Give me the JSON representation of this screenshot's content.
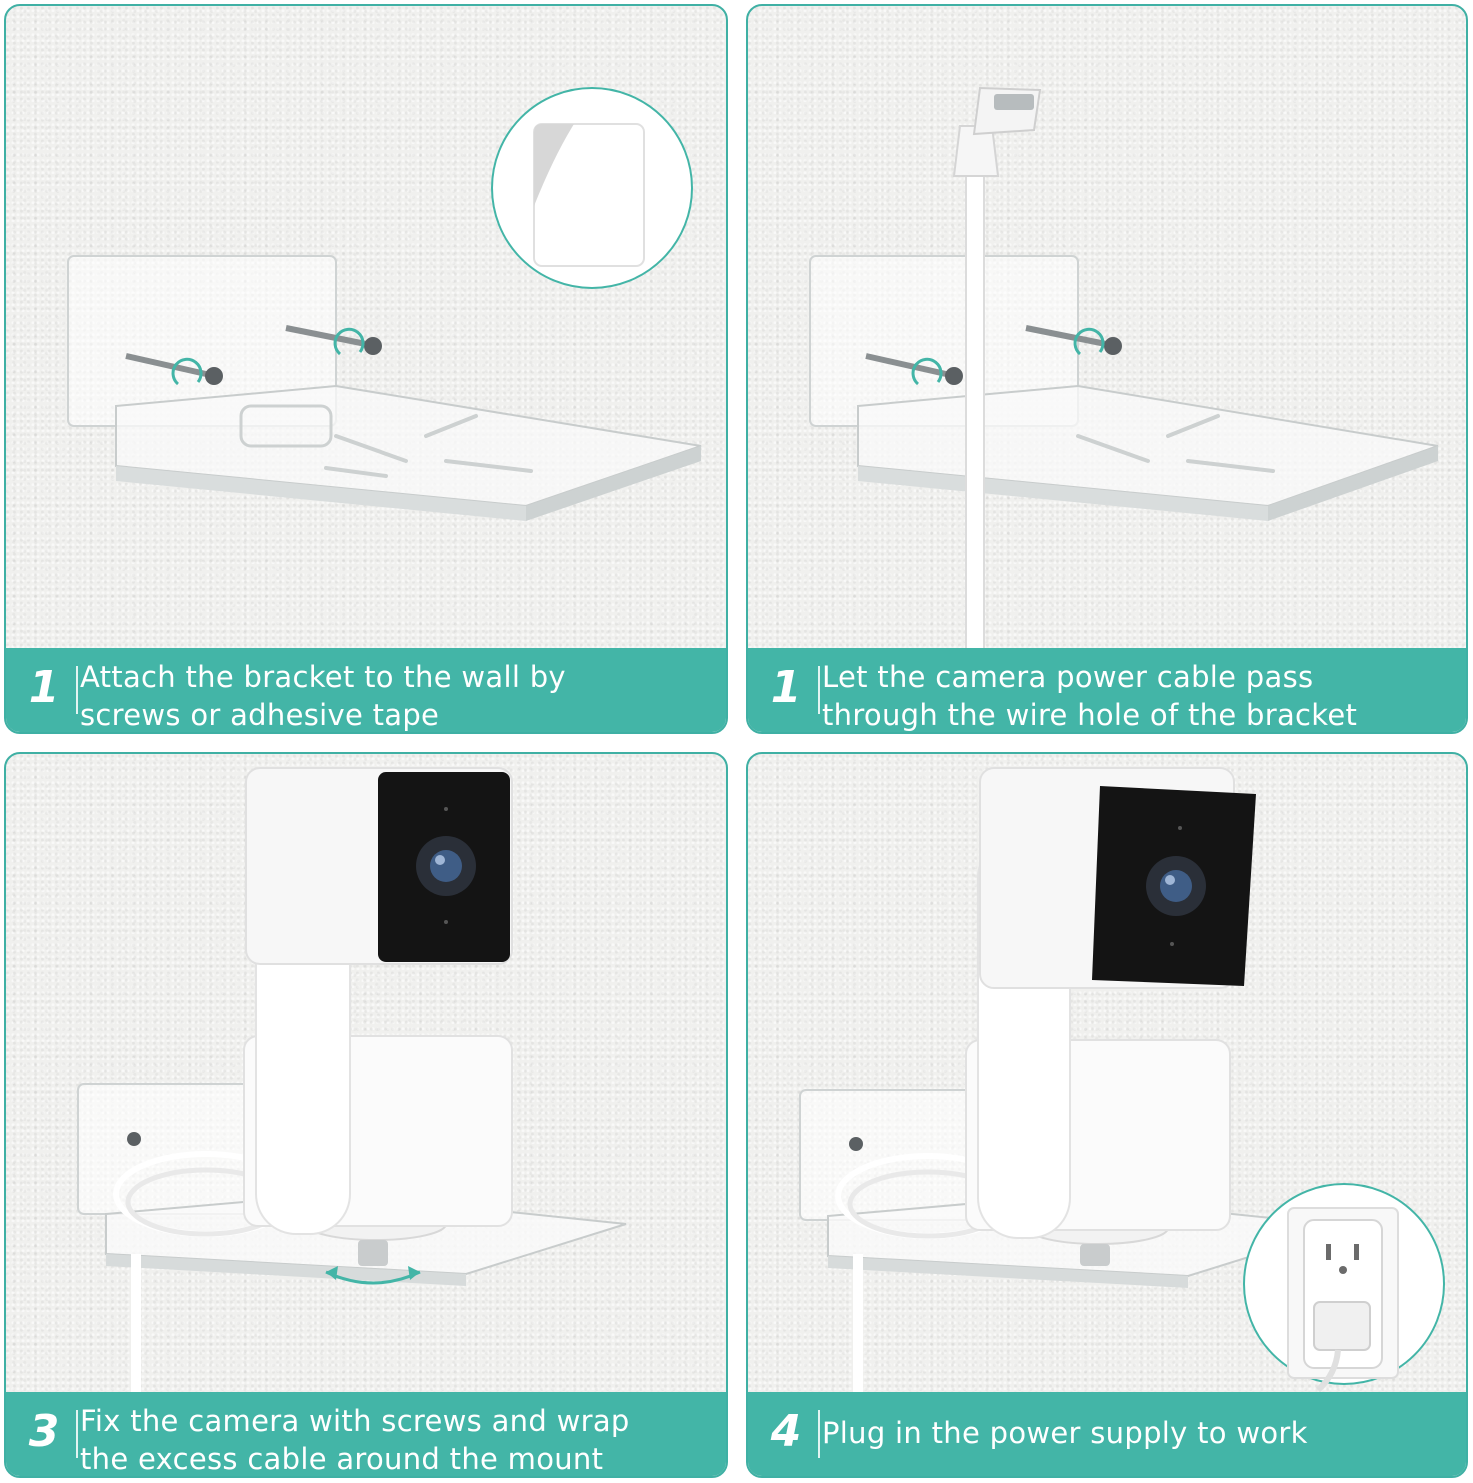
{
  "colors": {
    "accent": "#43b5a7",
    "border": "#3fb0a4",
    "wall": "#f0f0ee",
    "caption_text": "#ffffff"
  },
  "panels": [
    {
      "number": "1",
      "caption_line1": "Attach the bracket to the wall by",
      "caption_line2": "screws or adhesive tape",
      "icons": [
        "bracket-illustration",
        "screw-icon",
        "adhesive-tape-icon"
      ]
    },
    {
      "number": "1",
      "caption_line1": "Let the camera power cable pass",
      "caption_line2": "through the wire hole of the bracket",
      "icons": [
        "bracket-illustration",
        "usb-cable-icon",
        "screw-icon"
      ]
    },
    {
      "number": "3",
      "caption_line1": "Fix the camera with screws and wrap",
      "caption_line2": "the excess cable around the mount",
      "icons": [
        "camera-illustration",
        "bracket-illustration",
        "rotate-arrow-icon"
      ]
    },
    {
      "number": "4",
      "caption_line1": "Plug in the power supply to work",
      "icons": [
        "camera-illustration",
        "bracket-illustration",
        "power-outlet-icon"
      ]
    }
  ]
}
